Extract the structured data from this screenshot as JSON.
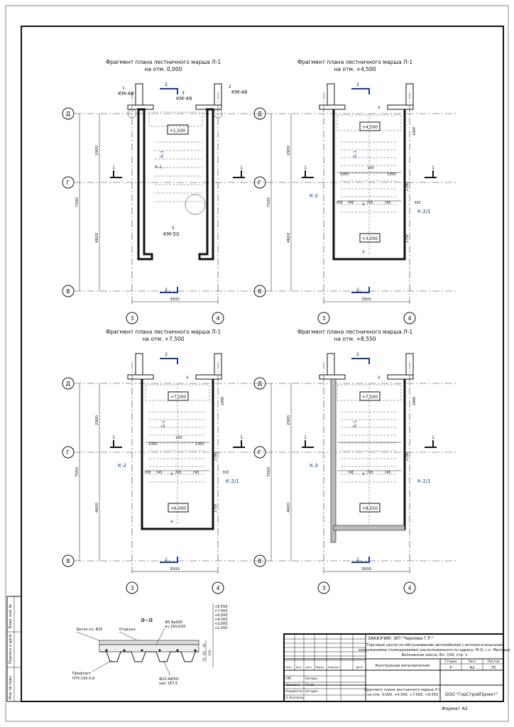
{
  "plans": [
    {
      "id": "p1",
      "title": "Фрагмент плана лестничного марша Л-1",
      "subtitle": "на отм. 0,000",
      "cuts": [
        "1",
        "1",
        "2",
        "2"
      ],
      "marks": [
        "1",
        "КМ-48",
        "3",
        "КМ-49",
        "2",
        "КМ-48",
        "5",
        "КМ-50"
      ],
      "level": "+1,500",
      "beam": "К-1",
      "beam2": "Б-1"
    },
    {
      "id": "p2",
      "title": "Фрагмент плана лестничного марша Л-1",
      "subtitle": "на отм. +4,500",
      "cuts": [
        "1",
        "1",
        "2",
        "2"
      ],
      "marks": [
        "а",
        "а",
        "а"
      ],
      "level_top": "+4,500",
      "level_bot": "+3,000",
      "beam_left": "К-2",
      "beam_right": "К-2/1",
      "beam_mid": "Б-1",
      "dims": [
        "1350",
        "100",
        "1350",
        "745",
        "705",
        "745",
        "300",
        "303",
        "1840",
        "2780",
        "1750"
      ]
    },
    {
      "id": "p3",
      "title": "Фрагмент плана лестничного марша Л-1",
      "subtitle": "на отм. +7,500",
      "cuts": [
        "1",
        "1",
        "2",
        "2"
      ],
      "marks": [
        "а",
        "а",
        "а"
      ],
      "level_top": "+7,500",
      "level_bot": "+6,000",
      "beam_left": "К-2",
      "beam_right": "К-2/1",
      "beam_mid": "Б-1",
      "dims": [
        "1350",
        "100",
        "1350",
        "745",
        "705",
        "745",
        "300",
        "303",
        "1840",
        "2780",
        "1750"
      ]
    },
    {
      "id": "p4",
      "title": "Фрагмент плана лестничного марша Л-1",
      "subtitle": "на отм. +8,550",
      "cuts": [
        "1",
        "1",
        "2",
        "2"
      ],
      "marks": [
        "а",
        "а"
      ],
      "level_top": "+7,500",
      "level_bot": "+8,550",
      "beam_left": "К-3",
      "beam_right": "К-2/1",
      "beam_mid": "Б-1",
      "dims": [
        "745",
        "705",
        "745",
        "1840",
        "2780"
      ]
    }
  ],
  "axes": {
    "d": "Д",
    "g": "Г",
    "v": "В",
    "a3": "3",
    "a4": "4"
  },
  "dim_common": {
    "h1": "2900",
    "h2": "4600",
    "htot": "7500",
    "w": "3500"
  },
  "section": {
    "title": "а–а",
    "concrete": "Бетон кл. В20",
    "fill": "Отделка",
    "deck": "Профлист",
    "deck_spec": "Н75-150-0,8",
    "mesh": "Ф5 Вр500",
    "mesh_step": "яч.150х150",
    "rebar": "Ф10 А400С",
    "rebar_step": "шаг 187,5",
    "levels": [
      "+8,550",
      "+7,500",
      "+6,000",
      "+4,500",
      "+3,000",
      "+1,500"
    ],
    "dims": [
      "30",
      "45",
      "75",
      "150"
    ]
  },
  "stamp": {
    "customer": "ЗАКАЗЧИК: ИП \"Чернова Г.Р.\"",
    "project_l1": "Торговый центр по обслуживанию автомобилей с вспомогательными",
    "project_l2": "сооружениями (помещениями) расположенного по адресу: М.О.,г.п. Мытищи,",
    "project_l3": "Волковское шоссе, Вл. 15А, стр. 1",
    "cols": [
      "Изм.",
      "Кол.",
      "Лист",
      "№док.",
      "Подпись",
      "Дата"
    ],
    "section_name": "Конструкции металлические",
    "roles": [
      "ГИП",
      "Проверил",
      "Разработал",
      "Н. Контроль"
    ],
    "names": [
      "Богадин",
      "Львов",
      "Богадин"
    ],
    "stage_h": "Стадия",
    "sheet_h": "Лист",
    "sheets_h": "Листов",
    "stage": "Р",
    "sheet": "42",
    "sheets": "75",
    "drawing_l1": "Фрагмент плана лестничного марша Л-1",
    "drawing_l2": "на отм. 0,000, +4,500, +7,500, +8,550",
    "company": "ООО \"ГорСтройПроект\"",
    "format": "Формат А2"
  },
  "side": [
    "Инв. № подл.",
    "Подпись и дата",
    "Взам. инв. №"
  ]
}
